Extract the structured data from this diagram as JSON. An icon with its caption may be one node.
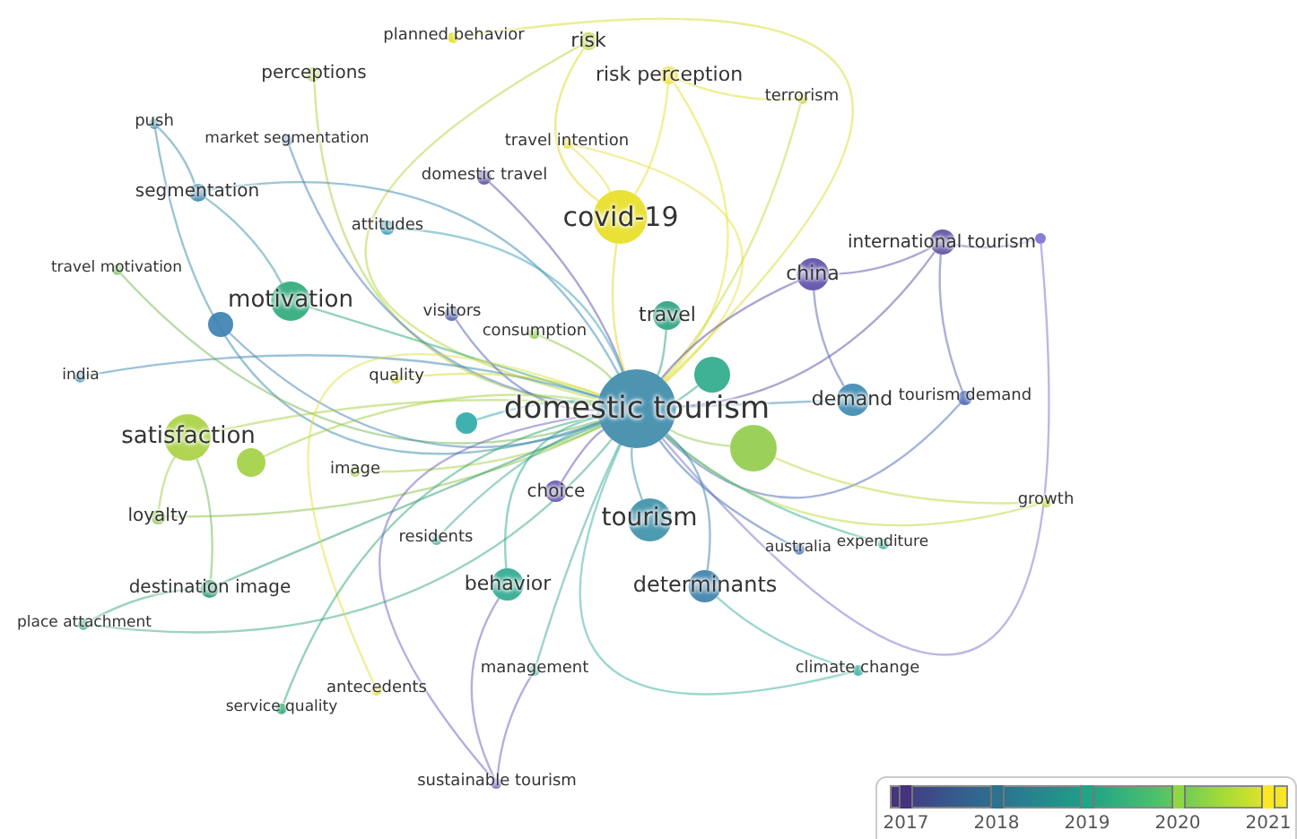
{
  "diagram": {
    "nodes": [
      {
        "text": [
          "planned behavior"
        ]
      },
      {
        "text": [
          "risk"
        ]
      },
      {
        "text": [
          "perceptions"
        ]
      },
      {
        "text": [
          "risk perception"
        ]
      },
      {
        "text": [
          "terrorism"
        ]
      },
      {
        "text": [
          "push"
        ]
      },
      {
        "text": [
          "market segmentation"
        ]
      },
      {
        "text": [
          "travel intention"
        ]
      },
      {
        "text": [
          "domestic travel"
        ]
      },
      {
        "text": [
          "segmentation"
        ]
      },
      {
        "text": [
          "covid-19"
        ]
      },
      {
        "text": [
          "attitudes"
        ]
      },
      {
        "text": [
          "international tourism"
        ]
      },
      {
        "text": [],
        "shape": "circle"
      },
      {
        "text": [
          "travel motivation"
        ]
      },
      {
        "text": [
          "china"
        ]
      },
      {
        "text": [
          "motivation"
        ]
      },
      {
        "text": [],
        "shape": "circle"
      },
      {
        "text": [
          "visitors"
        ]
      },
      {
        "text": [
          "travel"
        ]
      },
      {
        "text": [
          "consumption"
        ]
      },
      {
        "text": [
          "india"
        ]
      },
      {
        "text": [
          "quality"
        ]
      },
      {
        "text": [],
        "shape": "circle"
      },
      {
        "text": [
          "domestic tourism"
        ]
      },
      {
        "text": [],
        "shape": "circle"
      },
      {
        "text": [
          "demand"
        ]
      },
      {
        "text": [
          "tourism demand"
        ]
      },
      {
        "text": [
          "satisfaction"
        ]
      },
      {
        "text": [],
        "shape": "circle"
      },
      {
        "text": [],
        "shape": "circle"
      },
      {
        "text": [
          "image"
        ]
      },
      {
        "text": [
          "growth"
        ]
      },
      {
        "text": [
          "choice"
        ]
      },
      {
        "text": [
          "loyalty"
        ]
      },
      {
        "text": [
          "tourism"
        ]
      },
      {
        "text": [
          "residents"
        ]
      },
      {
        "text": [
          "australia"
        ]
      },
      {
        "text": [
          "expenditure"
        ]
      },
      {
        "text": [
          "behavior"
        ]
      },
      {
        "text": [
          "destination image"
        ]
      },
      {
        "text": [
          "determinants"
        ]
      },
      {
        "text": [
          "place attachment"
        ]
      },
      {
        "text": [
          "management"
        ]
      },
      {
        "text": [
          "climate change"
        ]
      },
      {
        "text": [
          "antecedents"
        ]
      },
      {
        "text": [
          "service quality"
        ]
      },
      {
        "text": [
          "sustainable tourism"
        ]
      }
    ],
    "edges": [
      {
        "from": 24,
        "to": 0,
        "arrow": "none",
        "color": "#d8dc30"
      },
      {
        "from": 24,
        "to": 1,
        "arrow": "none",
        "color": "#b8d43a"
      },
      {
        "from": 24,
        "to": 2,
        "arrow": "none",
        "color": "#a8d040"
      },
      {
        "from": 24,
        "to": 3,
        "arrow": "none",
        "color": "#e8e030"
      },
      {
        "from": 24,
        "to": 4,
        "arrow": "none",
        "color": "#c8d838"
      },
      {
        "from": 24,
        "to": 5,
        "arrow": "none",
        "color": "#3a8aa8"
      },
      {
        "from": 24,
        "to": 6,
        "arrow": "none",
        "color": "#4a7ab8"
      },
      {
        "from": 24,
        "to": 7,
        "arrow": "none",
        "color": "#e8e040"
      },
      {
        "from": 24,
        "to": 8,
        "arrow": "none",
        "color": "#5a50a8"
      },
      {
        "from": 24,
        "to": 9,
        "arrow": "none",
        "color": "#3a88b0"
      },
      {
        "from": 24,
        "to": 10,
        "arrow": "none",
        "color": "#e0d820"
      },
      {
        "from": 24,
        "to": 11,
        "arrow": "none",
        "color": "#3aa0b8"
      },
      {
        "from": 24,
        "to": 12,
        "arrow": "none",
        "color": "#5a50a0"
      },
      {
        "from": 24,
        "to": 13,
        "arrow": "none",
        "color": "#7a70d0"
      },
      {
        "from": 24,
        "to": 14,
        "arrow": "none",
        "color": "#70b850"
      },
      {
        "from": 24,
        "to": 15,
        "arrow": "none",
        "color": "#5a4aa8"
      },
      {
        "from": 24,
        "to": 16,
        "arrow": "none",
        "color": "#2aa878"
      },
      {
        "from": 24,
        "to": 17,
        "arrow": "none",
        "color": "#3a80b0"
      },
      {
        "from": 24,
        "to": 18,
        "arrow": "none",
        "color": "#5060b0"
      },
      {
        "from": 24,
        "to": 19,
        "arrow": "none",
        "color": "#2aa080"
      },
      {
        "from": 24,
        "to": 20,
        "arrow": "none",
        "color": "#8ac840"
      },
      {
        "from": 24,
        "to": 21,
        "arrow": "none",
        "color": "#3a88b0"
      },
      {
        "from": 24,
        "to": 22,
        "arrow": "none",
        "color": "#d8d830"
      },
      {
        "from": 24,
        "to": 23,
        "arrow": "none",
        "color": "#2aa888"
      },
      {
        "from": 24,
        "to": 25,
        "arrow": "none",
        "color": "#2aa8a8"
      },
      {
        "from": 24,
        "to": 26,
        "arrow": "none",
        "color": "#3a88b0"
      },
      {
        "from": 24,
        "to": 27,
        "arrow": "none",
        "color": "#4a68b8"
      },
      {
        "from": 24,
        "to": 28,
        "arrow": "none",
        "color": "#a8d040"
      },
      {
        "from": 24,
        "to": 29,
        "arrow": "none",
        "color": "#a0d040"
      },
      {
        "from": 24,
        "to": 30,
        "arrow": "none",
        "color": "#90cc48"
      },
      {
        "from": 24,
        "to": 31,
        "arrow": "none",
        "color": "#a8d040"
      },
      {
        "from": 24,
        "to": 32,
        "arrow": "none",
        "color": "#c0d838"
      },
      {
        "from": 24,
        "to": 33,
        "arrow": "none",
        "color": "#6050b0"
      },
      {
        "from": 24,
        "to": 34,
        "arrow": "none",
        "color": "#8ac048"
      },
      {
        "from": 24,
        "to": 35,
        "arrow": "none",
        "color": "#3a90a8"
      },
      {
        "from": 24,
        "to": 36,
        "arrow": "none",
        "color": "#40a898"
      },
      {
        "from": 24,
        "to": 37,
        "arrow": "none",
        "color": "#3a70b0"
      },
      {
        "from": 24,
        "to": 38,
        "arrow": "none",
        "color": "#2ab090"
      },
      {
        "from": 24,
        "to": 39,
        "arrow": "none",
        "color": "#2aa890"
      },
      {
        "from": 24,
        "to": 40,
        "arrow": "none",
        "color": "#2a9a70"
      },
      {
        "from": 24,
        "to": 41,
        "arrow": "none",
        "color": "#3a80a8"
      },
      {
        "from": 24,
        "to": 42,
        "arrow": "none",
        "color": "#3aa880"
      },
      {
        "from": 24,
        "to": 43,
        "arrow": "none",
        "color": "#3aa898"
      },
      {
        "from": 24,
        "to": 44,
        "arrow": "none",
        "color": "#3ab0a0"
      },
      {
        "from": 24,
        "to": 45,
        "arrow": "none",
        "color": "#e0e040"
      },
      {
        "from": 24,
        "to": 46,
        "arrow": "none",
        "color": "#2aa870"
      },
      {
        "from": 24,
        "to": 47,
        "arrow": "none",
        "color": "#6a60c0"
      },
      {
        "from": 10,
        "to": 1,
        "arrow": "none",
        "color": "#e0d820"
      },
      {
        "from": 10,
        "to": 3,
        "arrow": "none",
        "color": "#e8e030"
      },
      {
        "from": 10,
        "to": 7,
        "arrow": "none",
        "color": "#e8e040"
      },
      {
        "from": 3,
        "to": 4,
        "arrow": "none",
        "color": "#e0e030"
      },
      {
        "from": 15,
        "to": 12,
        "arrow": "none",
        "color": "#5a50a8"
      },
      {
        "from": 12,
        "to": 13,
        "arrow": "none",
        "color": "#6a60c0"
      },
      {
        "from": 12,
        "to": 27,
        "arrow": "none",
        "color": "#5a60b0"
      },
      {
        "from": 16,
        "to": 9,
        "arrow": "none",
        "color": "#3a98a0"
      },
      {
        "from": 9,
        "to": 5,
        "arrow": "none",
        "color": "#3a88b0"
      },
      {
        "from": 28,
        "to": 34,
        "arrow": "none",
        "color": "#a0cc44"
      },
      {
        "from": 28,
        "to": 40,
        "arrow": "none",
        "color": "#70b858"
      },
      {
        "from": 40,
        "to": 42,
        "arrow": "none",
        "color": "#3aa878"
      },
      {
        "from": 39,
        "to": 47,
        "arrow": "none",
        "color": "#6a60c0"
      },
      {
        "from": 43,
        "to": 47,
        "arrow": "none",
        "color": "#6a60c0"
      },
      {
        "from": 41,
        "to": 44,
        "arrow": "none",
        "color": "#3ab0a0"
      },
      {
        "from": 30,
        "to": 32,
        "arrow": "none",
        "color": "#c0d838"
      },
      {
        "from": 15,
        "to": 26,
        "arrow": "none",
        "color": "#5a60b0"
      }
    ],
    "legend": [
      {
        "text": "2017",
        "color": "#46327e"
      },
      {
        "text": "2018",
        "color": "#2c728e"
      },
      {
        "text": "2019",
        "color": "#21a585"
      },
      {
        "text": "2020",
        "color": "#8fd744"
      },
      {
        "text": "2021",
        "color": "#fde725"
      }
    ]
  }
}
